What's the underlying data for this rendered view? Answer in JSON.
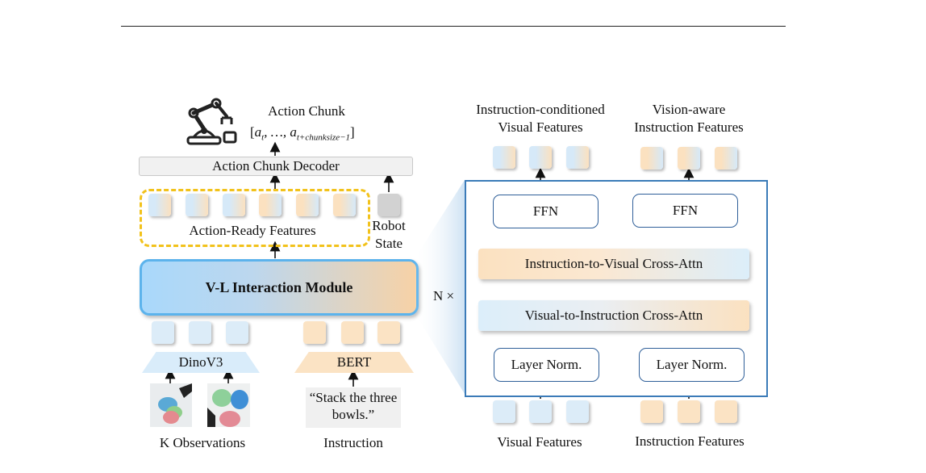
{
  "left": {
    "action_chunk_title": "Action Chunk",
    "decoder_label": "Action Chunk Decoder",
    "action_ready_label": "Action-Ready Features",
    "robot_state_label": "Robot\nState",
    "vl_module_label": "V-L Interaction Module",
    "dino_label": "DinoV3",
    "bert_label": "BERT",
    "instruction_text": "“Stack the three bowls.”",
    "observations_label": "K Observations",
    "instruction_label": "Instruction"
  },
  "right": {
    "n_times": "N ×",
    "icv_title": "Instruction-conditioned Visual Features",
    "vai_title": "Vision-aware Instruction Features",
    "ffn_left": "FFN",
    "ffn_right": "FFN",
    "i2v_label": "Instruction-to-Visual Cross-Attn",
    "v2i_label": "Visual-to-Instruction Cross-Attn",
    "ln_left": "Layer Norm.",
    "ln_right": "Layer Norm.",
    "visual_features_label": "Visual Features",
    "instruction_features_label": "Instruction Features"
  },
  "colors": {
    "dashed_border": "#f2c21b",
    "vl_border": "#5cb3ec",
    "n_box_border": "#3b7bb8",
    "visual_token": "#dcecf8",
    "instruction_token": "#fbe3c4"
  }
}
